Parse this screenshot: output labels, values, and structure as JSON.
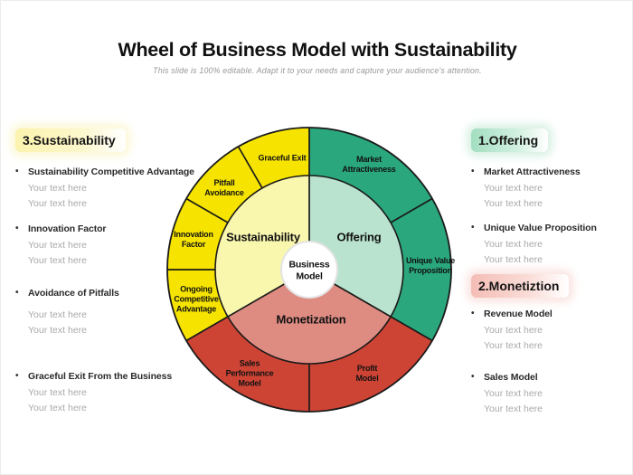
{
  "header": {
    "title": "Wheel of Business Model with Sustainability",
    "subtitle": "This slide is 100% editable. Adapt it to your needs and capture your audience's attention."
  },
  "wheel": {
    "center_label": "Business Model",
    "inner_sections": {
      "sustainability": "Sustainability",
      "offering": "Offering",
      "monetization": "Monetization"
    },
    "outer_segments": {
      "graceful_exit": "Graceful Exit",
      "pitfall_avoidance": "Pitfall Avoidance",
      "innovation_factor": "Innovation Factor",
      "ongoing_competitive_advantage": "Ongoing Competitive Advantage",
      "market_attractiveness": "Market Attractiveness",
      "unique_value_proposition": "Unique Value Proposition",
      "profit_model": "Profit Model",
      "sales_performance_model": "Sales Performance Model"
    },
    "colors": {
      "sustainability_outer": "#F6E400",
      "sustainability_inner": "#F9F6AE",
      "offering_outer": "#2AA77D",
      "offering_inner": "#B9E3CF",
      "monetization_outer": "#CD4435",
      "monetization_inner": "#DE8C82",
      "outline": "#1a1a1a"
    }
  },
  "left_panel": {
    "heading": "3.Sustainability",
    "items": [
      {
        "title": "Sustainability Competitive Advantage",
        "lines": [
          "Your text here",
          "Your text here"
        ]
      },
      {
        "title": "Innovation Factor",
        "lines": [
          "Your text here",
          "Your text here"
        ]
      },
      {
        "title": "Avoidance of Pitfalls",
        "lines": [
          "Your text here",
          "Your text here"
        ]
      },
      {
        "title": "Graceful Exit From the Business",
        "lines": [
          "Your text here",
          "Your text here"
        ]
      }
    ]
  },
  "right_panel": {
    "sections": [
      {
        "heading": "1.Offering",
        "items": [
          {
            "title": "Market Attractiveness",
            "lines": [
              "Your text here",
              "Your text here"
            ]
          },
          {
            "title": "Unique Value Proposition",
            "lines": [
              "Your text here",
              "Your text here"
            ]
          }
        ]
      },
      {
        "heading": "2.Monetiztion",
        "items": [
          {
            "title": "Revenue Model",
            "lines": [
              "Your text here",
              "Your text here"
            ]
          },
          {
            "title": "Sales Model",
            "lines": [
              "Your text here",
              "Your text here"
            ]
          }
        ]
      }
    ]
  },
  "accent_colors": {
    "sustainability_highlight": "#FBF3AE",
    "offering_highlight": "#A3DEC0",
    "monetization_highlight": "#F4BDB5"
  }
}
